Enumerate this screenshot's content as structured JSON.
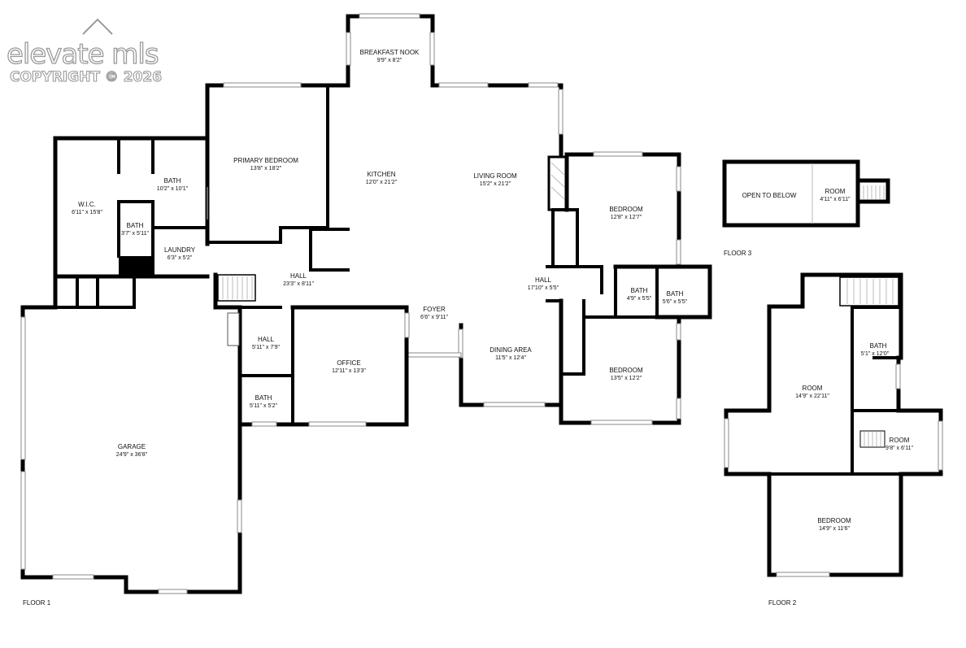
{
  "watermark": {
    "brand": "elevate mls",
    "copyright": "COPYRIGHT © 2026"
  },
  "floors": {
    "floor1": "FLOOR 1",
    "floor2": "FLOOR 2",
    "floor3": "FLOOR 3"
  },
  "rooms": {
    "breakfast_nook": {
      "name": "BREAKFAST NOOK",
      "size": "9'9\" x 8'2\""
    },
    "primary_bedroom": {
      "name": "PRIMARY BEDROOM",
      "size": "13'8\" x 18'2\""
    },
    "kitchen": {
      "name": "KITCHEN",
      "size": "12'0\" x 21'2\""
    },
    "living_room": {
      "name": "LIVING ROOM",
      "size": "15'2\" x 21'2\""
    },
    "bath_primary": {
      "name": "BATH",
      "size": "10'2\" x 10'1\""
    },
    "wic": {
      "name": "W.I.C.",
      "size": "6'11\" x 15'8\""
    },
    "bath_small": {
      "name": "BATH",
      "size": "3'7\" x 5'11\""
    },
    "laundry": {
      "name": "LAUNDRY",
      "size": "6'3\" x 5'2\""
    },
    "hall_main": {
      "name": "HALL",
      "size": "23'3\" x 8'11\""
    },
    "bedroom_ne": {
      "name": "BEDROOM",
      "size": "12'8\" x 12'7\""
    },
    "hall_east": {
      "name": "HALL",
      "size": "17'10\" x 5'5\""
    },
    "bath_e1": {
      "name": "BATH",
      "size": "4'9\" x 5'5\""
    },
    "bath_e2": {
      "name": "BATH",
      "size": "5'6\" x 5'5\""
    },
    "foyer": {
      "name": "FOYER",
      "size": "6'6\" x 9'11\""
    },
    "hall_small": {
      "name": "HALL",
      "size": "5'11\" x 7'9\""
    },
    "office": {
      "name": "OFFICE",
      "size": "12'11\" x 13'3\""
    },
    "dining": {
      "name": "DINING AREA",
      "size": "11'5\" x 12'4\""
    },
    "bedroom_se": {
      "name": "BEDROOM",
      "size": "13'5\" x 12'2\""
    },
    "bath_office": {
      "name": "BATH",
      "size": "5'11\" x 5'2\""
    },
    "garage": {
      "name": "GARAGE",
      "size": "24'9\" x 36'8\""
    },
    "open_below": {
      "name": "OPEN TO BELOW"
    },
    "room_f3": {
      "name": "ROOM",
      "size": "4'11\" x 6'11\""
    },
    "bath_f2": {
      "name": "BATH",
      "size": "5'1\" x 12'0\""
    },
    "room_f2_big": {
      "name": "ROOM",
      "size": "14'9\" x 22'11\""
    },
    "room_f2_small": {
      "name": "ROOM",
      "size": "9'8\" x 6'11\""
    },
    "bedroom_f2": {
      "name": "BEDROOM",
      "size": "14'9\" x 11'6\""
    }
  }
}
